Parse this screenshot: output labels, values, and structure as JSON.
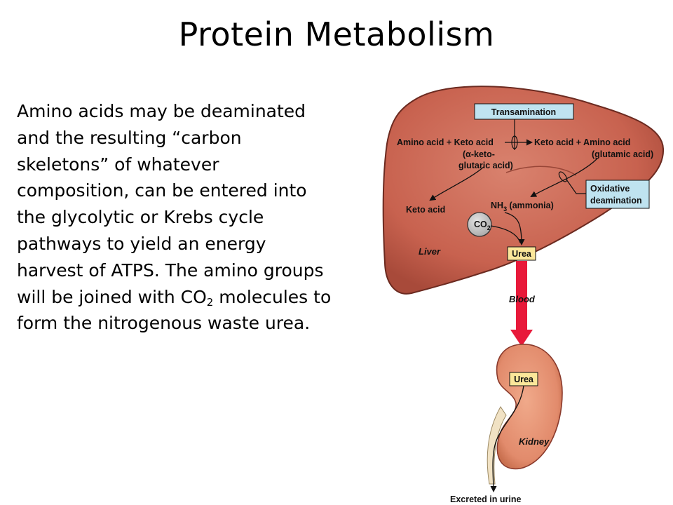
{
  "slide": {
    "title": "Protein Metabolism",
    "body": {
      "before_sub": "Amino acids may be deaminated and the resulting “carbon skeletons” of whatever composition, can be entered into the glycolytic or Krebs cycle pathways to yield an energy harvest of ATPS.  The amino groups will be joined with CO",
      "sub": "2",
      "after_sub": " molecules to form the nitrogenous waste urea."
    }
  },
  "diagram": {
    "transamination": "Transamination",
    "left_reactants": {
      "line1": "Amino acid + Keto acid",
      "line2": "(α-keto-",
      "line3": "glutaric acid)"
    },
    "right_products": {
      "line1": "Keto acid + Amino acid",
      "line2": "(glutamic acid)"
    },
    "oxidative": {
      "line1": "Oxidative",
      "line2": "deamination"
    },
    "keto_acid": "Keto acid",
    "ammonia": {
      "nh": "NH",
      "sub": "3",
      "rest": " (ammonia)"
    },
    "co2": {
      "co": "CO",
      "sub": "2"
    },
    "liver": "Liver",
    "urea_liver": "Urea",
    "blood": "Blood",
    "urea_kidney": "Urea",
    "kidney": "Kidney",
    "excreted": "Excreted in urine",
    "colors": {
      "liver_fill": "#c8624f",
      "kidney_fill": "#e28b6c",
      "blood_arrow": "#e8193a",
      "label_box": "#bfe3f0",
      "urea_box": "#fbe79a"
    }
  }
}
